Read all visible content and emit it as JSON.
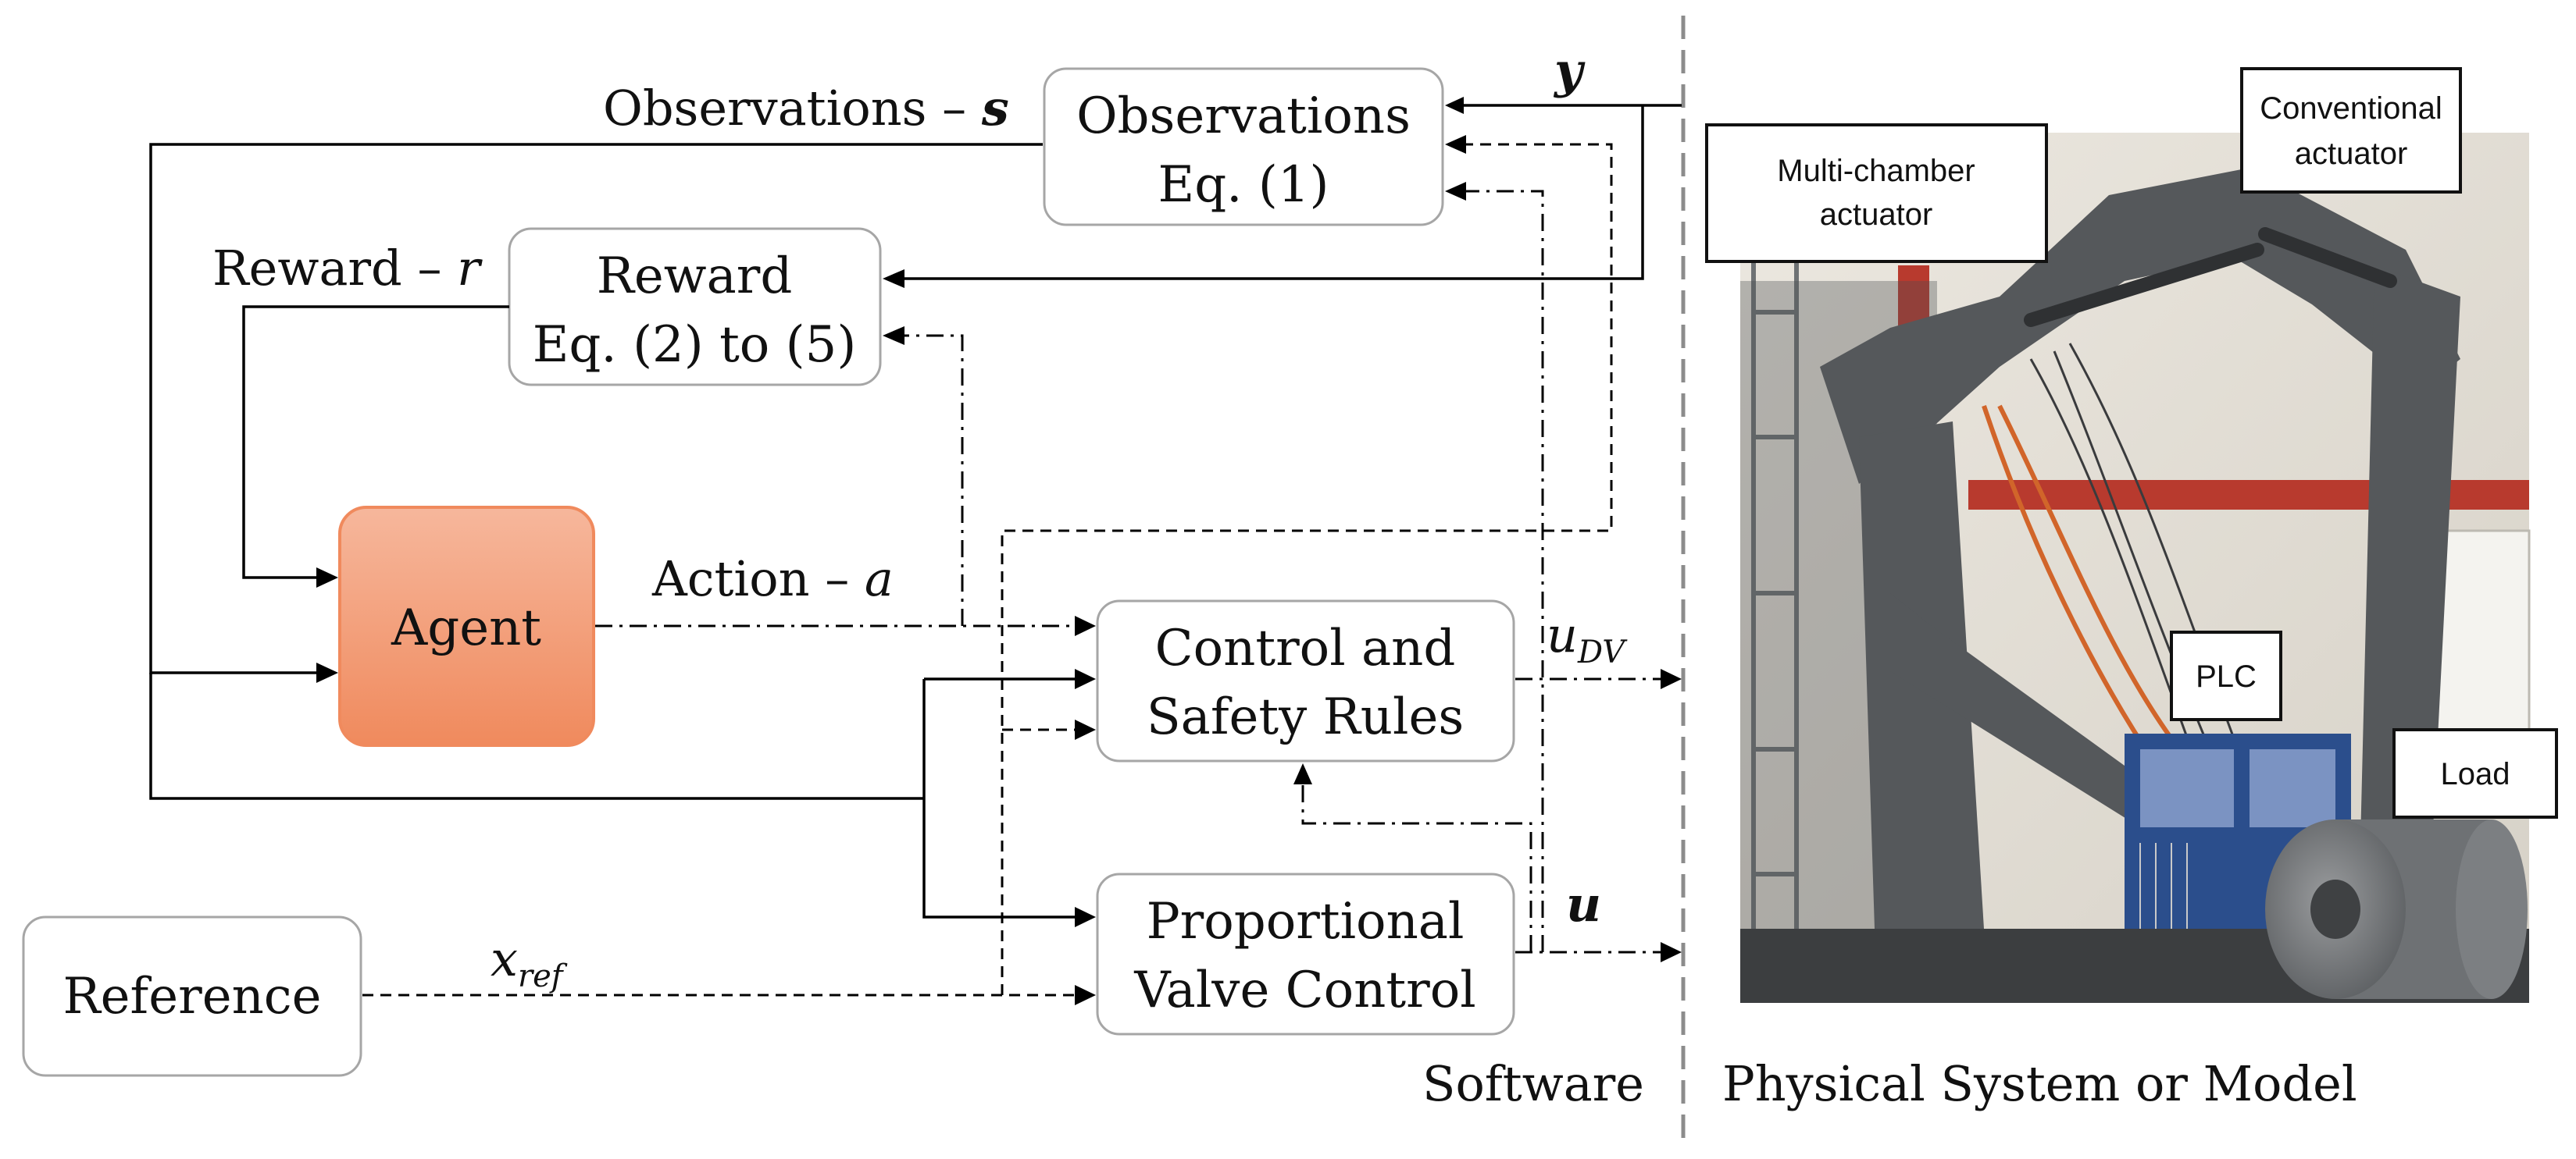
{
  "blocks": {
    "observations": {
      "line1": "Observations",
      "line2": "Eq. (1)"
    },
    "reward": {
      "line1": "Reward",
      "line2": "Eq. (2) to (5)"
    },
    "agent": {
      "label": "Agent"
    },
    "control": {
      "line1": "Control and",
      "line2": "Safety Rules"
    },
    "valve": {
      "line1": "Proportional",
      "line2": "Valve Control"
    },
    "reference": {
      "label": "Reference"
    }
  },
  "signals": {
    "observations": {
      "text": "Observations – ",
      "symbol": "s"
    },
    "reward": {
      "text": "Reward – ",
      "symbol": "r"
    },
    "action": {
      "text": "Action – ",
      "symbol": "a"
    },
    "y": "y",
    "u": "u",
    "u_dv": {
      "base": "u",
      "sub": "DV"
    },
    "x_ref": {
      "base": "x",
      "sub": "ref"
    }
  },
  "regions": {
    "software": "Software",
    "physical": "Physical System or Model"
  },
  "photo_callouts": {
    "multi_chamber": {
      "line1": "Multi-chamber",
      "line2": "actuator"
    },
    "conventional": {
      "line1": "Conventional",
      "line2": "actuator"
    },
    "plc": "PLC",
    "load": "Load"
  },
  "colors": {
    "agent_fill_top": "#f6b79c",
    "agent_fill_bottom": "#f08a5d",
    "agent_stroke": "#f08a5d",
    "photo_wall": "#e6e2da",
    "photo_steel": "#55585b",
    "photo_red_beam": "#b83a2e",
    "photo_blue_panel": "#2b4e8c"
  }
}
